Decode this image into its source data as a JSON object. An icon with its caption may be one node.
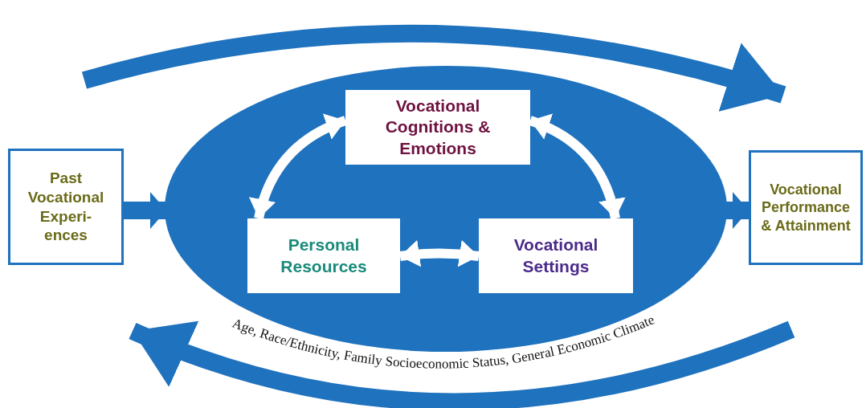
{
  "diagram": {
    "nodes": [
      {
        "text": [
          "Past Vocational Experi- ences"
        ]
      },
      {
        "text": [],
        "shape": "ellipse"
      },
      {
        "text": [
          "Vocational Cognitions & Emotions"
        ],
        "in": 1
      },
      {
        "text": [
          "Personal Resources"
        ],
        "in": 1
      },
      {
        "text": [
          "Vocational Settings"
        ],
        "in": 1
      },
      {
        "text": [
          "Vocational Performance & Attainment"
        ]
      }
    ],
    "edges": [
      {
        "from": 0,
        "to": 1,
        "arrow": "to",
        "style": "thick",
        "color": "#1f72be"
      },
      {
        "from": 1,
        "to": 5,
        "arrow": "to",
        "style": "thick",
        "color": "#1f72be"
      },
      {
        "from": 2,
        "to": 3,
        "arrow": "both"
      },
      {
        "from": 2,
        "to": 4,
        "arrow": "both"
      },
      {
        "from": 3,
        "to": 4,
        "arrow": "both"
      }
    ],
    "labels": [
      "Age, Race/Ethnicity, Family Socioeconomic Status, General Economic Climate"
    ]
  }
}
